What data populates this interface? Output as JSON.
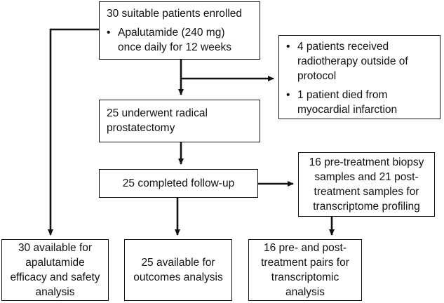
{
  "enrolled": {
    "title": "30 suitable patients enrolled",
    "bullet": [
      "Apalutamide (240 mg)",
      "once daily for 12 weeks"
    ]
  },
  "excluded": {
    "bullet1": [
      "4 patients received",
      "radiotherapy outside of",
      "protocol"
    ],
    "bullet2": [
      "1 patient died from",
      "myocardial infarction"
    ]
  },
  "prostatectomy": [
    "25 underwent radical",
    "prostatectomy"
  ],
  "followup": [
    "25 completed follow-up"
  ],
  "samples": [
    "16 pre-treatment biopsy",
    "samples and 21 post-",
    "treatment samples for",
    "transcriptome profiling"
  ],
  "efficacy": [
    "30 available for",
    "apalutamide",
    "efficacy and safety",
    "analysis"
  ],
  "outcomes": [
    "25 available for",
    "outcomes analysis"
  ],
  "pairs": [
    "16 pre- and post-",
    "treatment pairs for",
    "transcriptomic",
    "analysis"
  ],
  "bullet_symbol": "•",
  "colors": {
    "line": "#111111",
    "background": "#ffffff"
  }
}
